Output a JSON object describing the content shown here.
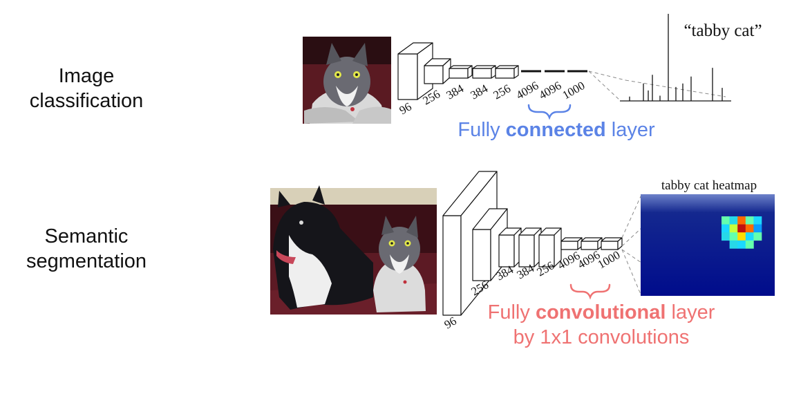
{
  "rows": {
    "classification": {
      "label_line1": "Image",
      "label_line2": "classification"
    },
    "segmentation": {
      "label_line1": "Semantic",
      "label_line2": "segmentation"
    }
  },
  "classification_net": {
    "layer_sizes": [
      "96",
      "256",
      "384",
      "384",
      "256",
      "4096",
      "4096",
      "1000"
    ],
    "output_label": "“tabby cat”",
    "caption_pre": "Fully ",
    "caption_bold": "connected",
    "caption_post": " layer"
  },
  "segmentation_net": {
    "layer_sizes": [
      "96",
      "256",
      "384",
      "384",
      "256",
      "4096",
      "4096",
      "1000"
    ],
    "heatmap_title": "tabby cat heatmap",
    "caption_pre": "Fully ",
    "caption_bold": "convolutional",
    "caption_post": " layer",
    "caption_line2": "by 1x1 convolutions"
  },
  "histogram_bars": [
    0.05,
    0.2,
    0.12,
    0.3,
    0.06,
    1.0,
    0.16,
    0.2,
    0.28,
    0.38,
    0.15
  ],
  "heatmap": {
    "grid": [
      [
        0,
        0,
        0,
        0,
        0,
        0,
        0,
        0,
        0
      ],
      [
        0,
        0,
        0,
        0,
        0,
        0,
        0,
        0,
        0
      ],
      [
        0,
        0,
        0,
        0,
        0,
        0,
        0,
        0,
        0
      ],
      [
        0,
        0,
        0,
        0,
        0,
        0,
        0,
        0,
        0
      ],
      [
        0,
        0,
        0,
        0,
        5,
        4,
        8,
        5,
        3
      ],
      [
        0,
        0,
        0,
        0,
        3,
        6,
        9,
        8,
        2
      ],
      [
        0,
        0,
        0,
        0,
        4,
        5,
        7,
        3,
        5
      ],
      [
        0,
        0,
        0,
        0,
        0,
        4,
        3,
        5,
        0
      ],
      [
        0,
        0,
        0,
        0,
        0,
        0,
        0,
        0,
        0
      ],
      [
        0,
        0,
        0,
        0,
        0,
        0,
        0,
        0,
        0
      ]
    ]
  },
  "colors": {
    "connected_blue": "#5b83e6",
    "convolutional_red": "#ef7272",
    "heatmap_bg": "#000c8c"
  }
}
